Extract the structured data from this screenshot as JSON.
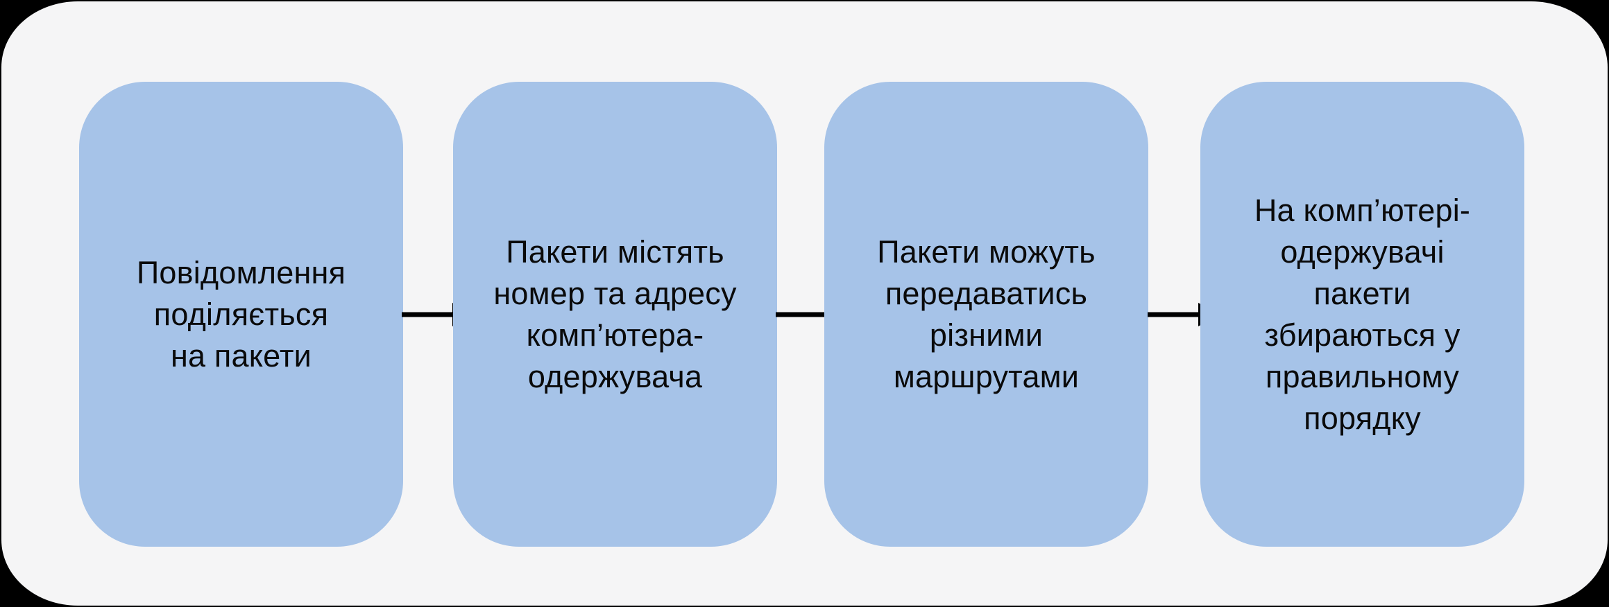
{
  "theme": {
    "page_bg": "#000000",
    "panel_bg": "#f5f5f6",
    "step_bg": "#a6c3e8",
    "text_color": "#0a0a0a",
    "arrow_color": "#000000"
  },
  "icons": {
    "connector": "arrow-right-icon"
  },
  "diagram": {
    "type": "flowchart",
    "direction": "left-to-right",
    "steps": [
      {
        "text": "Повідомлення\nподіляється\nна пакети"
      },
      {
        "text": "Пакети містять\nномер та адресу\nкомп’ютера-\nодержувача"
      },
      {
        "text": "Пакети можуть\nпередаватись\nрізними\nмаршрутами"
      },
      {
        "text": "На комп’ютері-\nодержувачі\nпакети\nзбираються у\nправильному\nпорядку"
      }
    ]
  }
}
